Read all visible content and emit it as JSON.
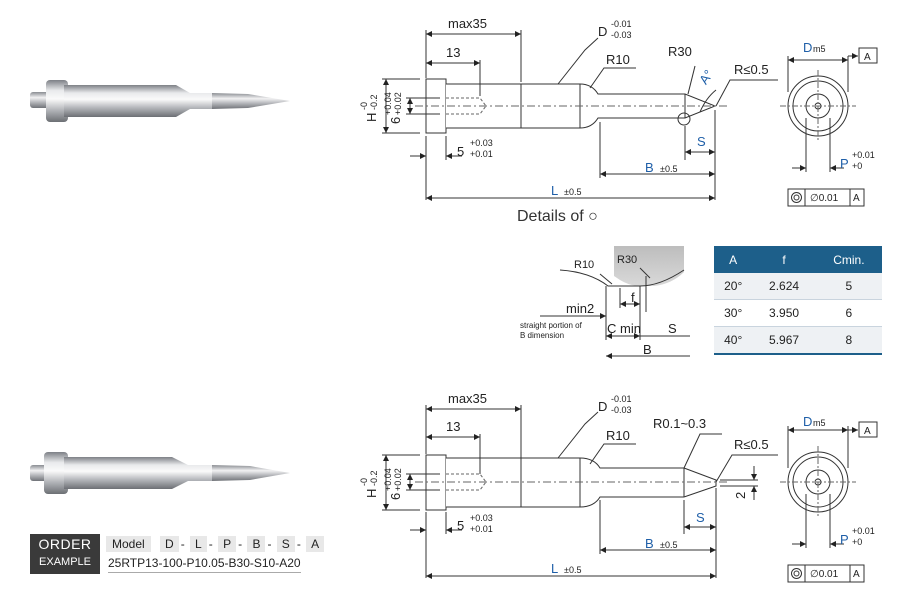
{
  "drawing_top": {
    "max35": "max35",
    "d13": "13",
    "D": "D",
    "D_tol_up": "-0.01",
    "D_tol_dn": "-0.03",
    "R10": "R10",
    "R30": "R30",
    "A_deg": "A°",
    "Rle05": "R≤0.5",
    "H_label": "H",
    "H_tol_up": "-0",
    "H_tol_dn": "-0.2",
    "six": "6",
    "six_tol_up": "+0.04",
    "six_tol_dn": "+0.02",
    "five": "5",
    "five_tol_up": "+0.03",
    "five_tol_dn": "+0.01",
    "S": "S",
    "B": "B",
    "B_tol": "±0.5",
    "L": "L",
    "L_tol": "±0.5"
  },
  "end_view_top": {
    "Dm5_D": "D",
    "Dm5_sub": "m5",
    "datum": "A",
    "P": "P",
    "P_tol_up": "+0.01",
    "P_tol_dn": "+0",
    "conc_value": "∅0.01",
    "conc_datum": "A"
  },
  "details": {
    "title": "Details of ○",
    "R10": "R10",
    "R30": "R30",
    "f": "f",
    "min2": "min2",
    "note_line1": "straight portion of",
    "note_line2": "B dimension",
    "C_min": "C min",
    "S": "S",
    "B": "B"
  },
  "spec_table": {
    "headers": [
      "A",
      "f",
      "Cmin."
    ],
    "rows": [
      [
        "20°",
        "2.624",
        "5"
      ],
      [
        "30°",
        "3.950",
        "6"
      ],
      [
        "40°",
        "5.967",
        "8"
      ]
    ]
  },
  "drawing_bottom": {
    "max35": "max35",
    "d13": "13",
    "D": "D",
    "D_tol_up": "-0.01",
    "D_tol_dn": "-0.03",
    "R01_03": "R0.1~0.3",
    "R10": "R10",
    "Rle05": "R≤0.5",
    "H_label": "H",
    "H_tol_up": "-0",
    "H_tol_dn": "-0.2",
    "six": "6",
    "six_tol_up": "+0.04",
    "six_tol_dn": "+0.02",
    "five": "5",
    "five_tol_up": "+0.03",
    "five_tol_dn": "+0.01",
    "S": "S",
    "two": "2",
    "B": "B",
    "B_tol": "±0.5",
    "L": "L",
    "L_tol": "±0.5"
  },
  "end_view_bottom": {
    "Dm5_D": "D",
    "Dm5_sub": "m5",
    "datum": "A",
    "P": "P",
    "P_tol_up": "+0.01",
    "P_tol_dn": "+0",
    "conc_value": "∅0.01",
    "conc_datum": "A"
  },
  "order": {
    "tag_line1": "ORDER",
    "tag_line2": "EXAMPLE",
    "model_label": "Model",
    "fields": [
      "D",
      "L",
      "P",
      "B",
      "S",
      "A"
    ],
    "separator": "-",
    "example": "25RTP13-100-P10.05-B30-S10-A20"
  },
  "colors": {
    "accent_blue": "#1f5fa8",
    "table_header": "#1d5f8a"
  }
}
